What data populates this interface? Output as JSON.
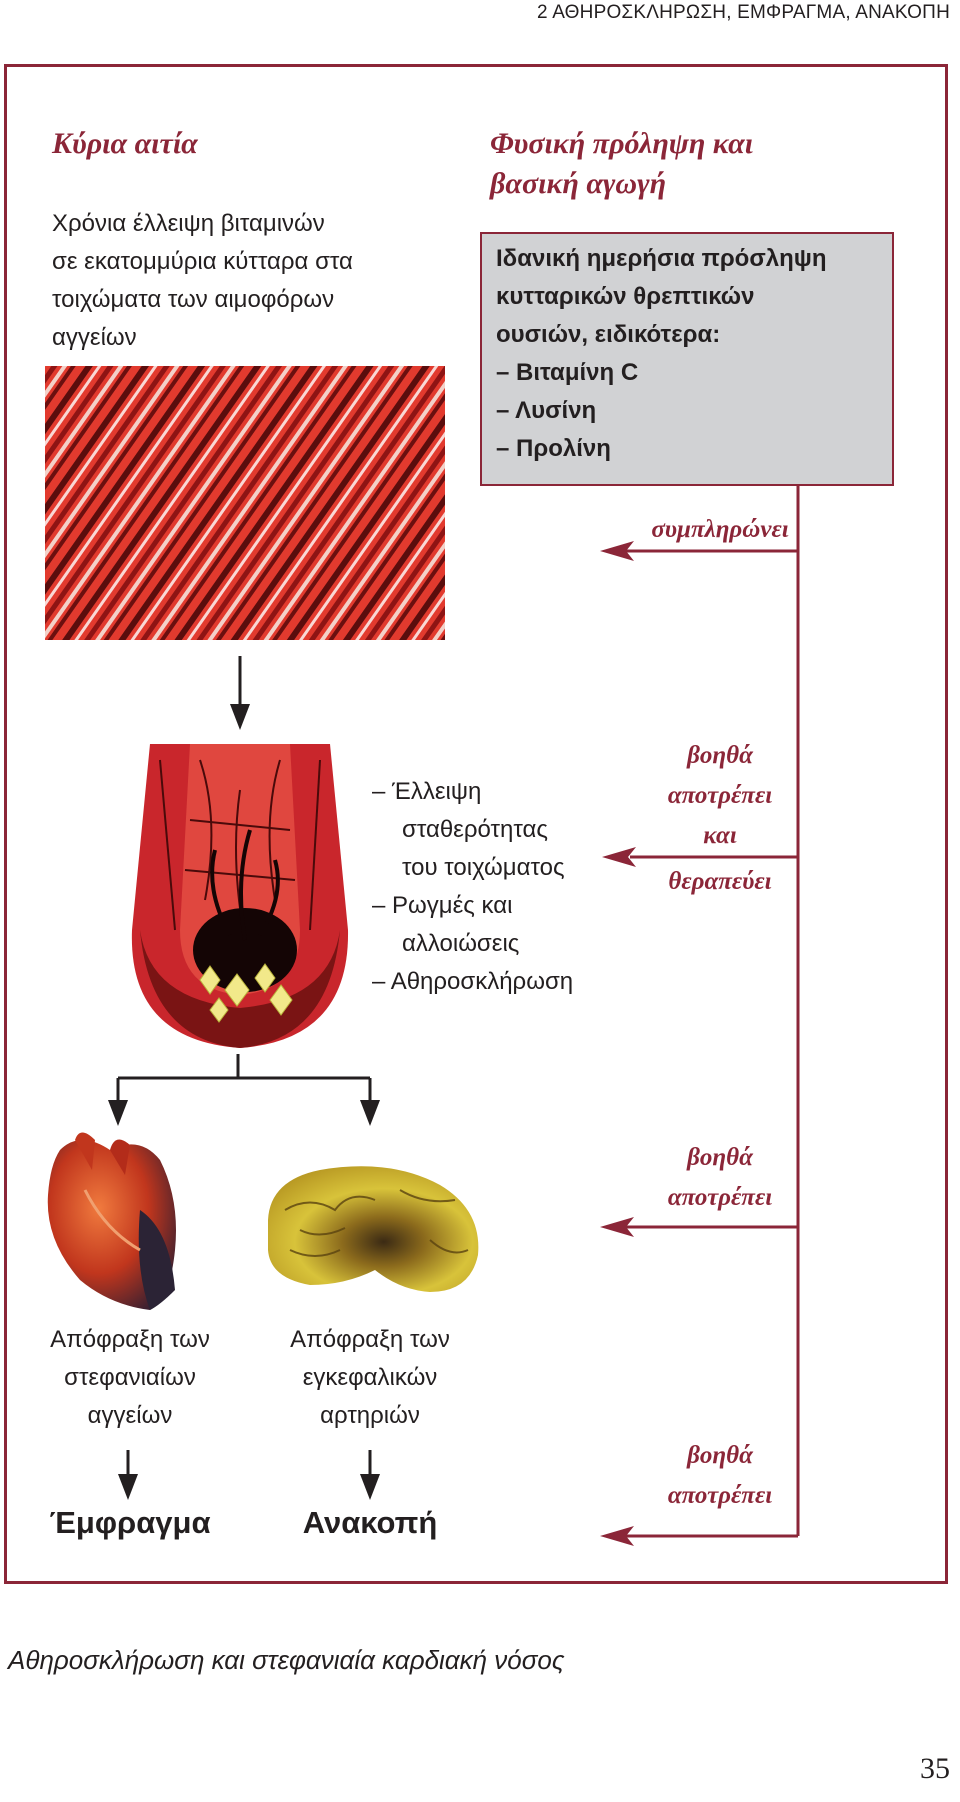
{
  "running_head": "2 ΑΘΗΡΟΣΚΛΗΡΩΣΗ, ΕΜΦΡΑΓΜΑ, ΑΝΑΚΟΠΗ",
  "left_column": {
    "heading": "Κύρια αιτία",
    "cause_lines": [
      "Χρόνια έλλειψη βιταμινών",
      "σε εκατομμύρια κύτταρα στα",
      "τοιχώματα των αιμοφόρων",
      "αγγείων"
    ]
  },
  "right_column": {
    "heading_lines": [
      "Φυσική πρόληψη και",
      "βασική αγωγή"
    ],
    "box_lines": [
      "Ιδανική ημερήσια πρόσληψη",
      "κυτταρικών θρεπτικών",
      "ουσιών, ειδικότερα:",
      "– Βιταμίνη C",
      "– Λυσίνη",
      "– Προλίνη"
    ]
  },
  "arrow_labels": {
    "first": "συμπληρώνει",
    "second": [
      "βοηθά",
      "αποτρέπει",
      "και",
      "θεραπεύει"
    ],
    "third": [
      "βοηθά",
      "αποτρέπει"
    ],
    "fourth": [
      "βοηθά",
      "αποτρέπει"
    ]
  },
  "wall_effects": [
    "– Έλλειψη",
    "σταθερότητας",
    "του τοιχώματος",
    "– Ρωγμές και",
    "αλλοιώσεις",
    "– Αθηροσκλήρωση"
  ],
  "outcomes": {
    "heart_lines": [
      "Απόφραξη των",
      "στεφανιαίων",
      "αγγείων"
    ],
    "heart_result": "Έμφραγμα",
    "brain_lines": [
      "Απόφραξη των",
      "εγκεφαλικών",
      "αρτηριών"
    ],
    "brain_result": "Ανακοπή"
  },
  "caption": "Αθηροσκλήρωση και στεφανιαία καρδιακή νόσος",
  "page_number": "35",
  "colors": {
    "accent": "#8b2638",
    "box_fill": "#d1d2d4",
    "tissue_red": "#d8262b"
  },
  "icons": [
    "vessel-wall-tissue-image",
    "artery-cross-section-image",
    "heart-image",
    "brain-image"
  ]
}
